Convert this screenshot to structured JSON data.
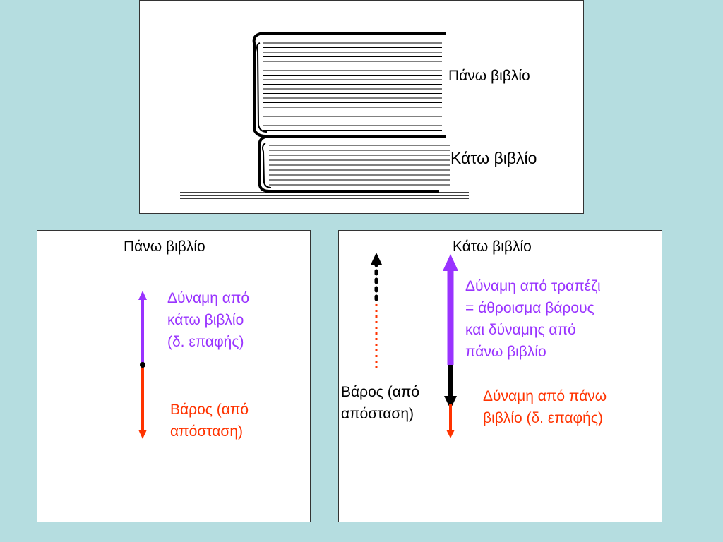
{
  "top_panel": {
    "upper_book_label": "Πάνω βιβλίο",
    "lower_book_label": "Κάτω βιβλίο"
  },
  "left_panel": {
    "title": "Πάνω βιβλίο",
    "contact_force_label": [
      "Δύναμη από",
      "κάτω βιβλίο",
      "(δ. επαφής)"
    ],
    "weight_label": [
      "Βάρος (από",
      "απόσταση)"
    ]
  },
  "right_panel": {
    "title": "Κάτω βιβλίο",
    "table_force_label": [
      "Δύναμη από τραπέζι",
      "= άθροισμα βάρους",
      "και δύναμης από",
      "πάνω βιβλίο"
    ],
    "weight_label": [
      "Βάρος (από",
      "απόσταση)"
    ],
    "upper_book_force_label": [
      "Δύναμη από πάνω",
      "βιβλίο (δ. επαφής)"
    ]
  },
  "colors": {
    "purple": "#9933ff",
    "red": "#ff3300",
    "black": "#000000",
    "background": "#b5dde0"
  }
}
